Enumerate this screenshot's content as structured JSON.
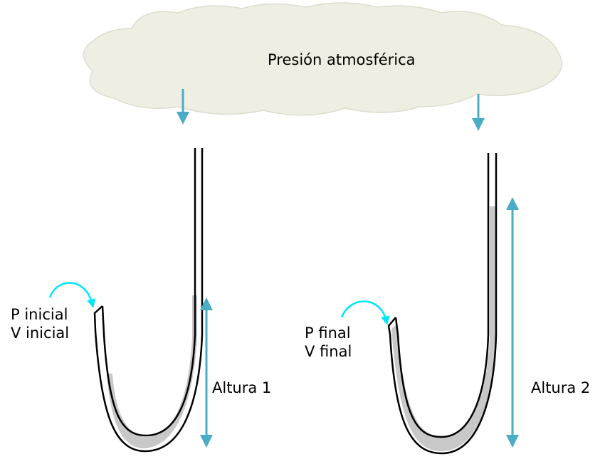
{
  "cloud": {
    "label": "Presión atmosférica",
    "fill": "#eeeee2",
    "stroke": "#dcdccf"
  },
  "colors": {
    "arrow": "#4bacc6",
    "curve_arrow": "#00e5ff",
    "mercury": "#c8c8c8",
    "tube": "#000000"
  },
  "left_tube": {
    "pressure_label": "P inicial",
    "volume_label": "V inicial",
    "height_label": "Altura 1"
  },
  "right_tube": {
    "pressure_label": "P final",
    "volume_label": "V final",
    "height_label": "Altura 2"
  }
}
